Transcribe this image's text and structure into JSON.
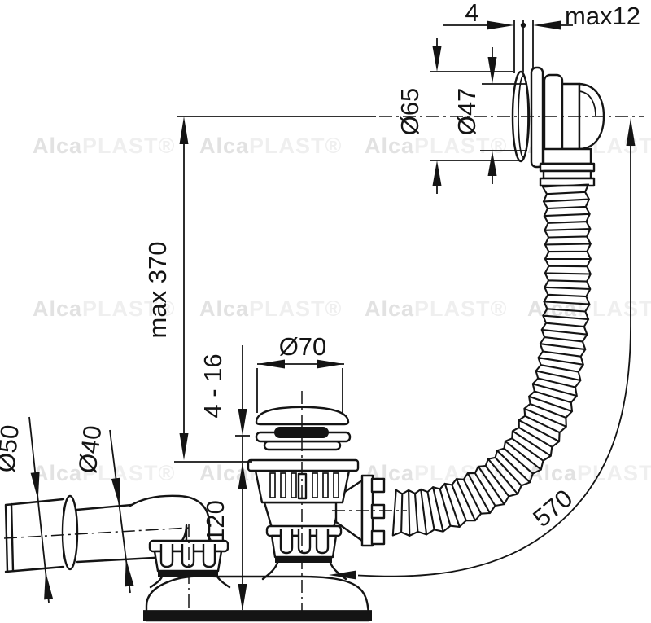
{
  "drawing": {
    "watermark": {
      "bold": "Alca",
      "light": "PLAST®"
    },
    "colors": {
      "line": "#141414",
      "background": "#ffffff",
      "watermark_bold": "#e2e2e2",
      "watermark_light": "#efefef"
    },
    "labels": {
      "flange_gap": "4",
      "panel_thickness_max": "max12",
      "overflow_outer_diameter": "Ø65",
      "overflow_inner_diameter": "Ø47",
      "overflow_height_max": "max 370",
      "plug_diameter": "Ø70",
      "adjustment_range": "4 - 16",
      "outlet_diameter_large": "Ø50",
      "outlet_diameter_small": "Ø40",
      "body_height": "120",
      "hose_length": "570"
    }
  }
}
